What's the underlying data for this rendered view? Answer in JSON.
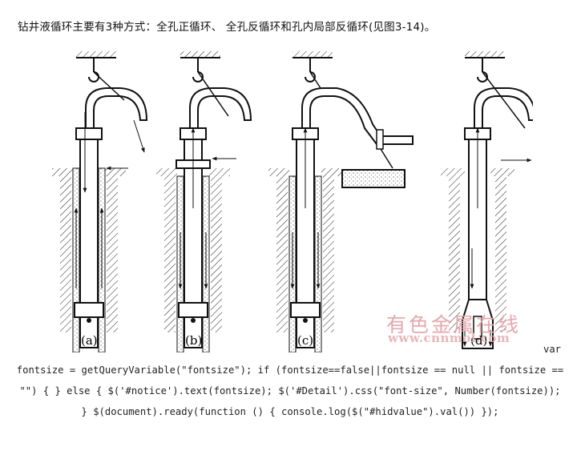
{
  "intro_text": "钻井液循环主要有3种方式：全孔正循环、 全孔反循环和孔内局部反循环(见图3-14)。",
  "figure": {
    "panels": [
      {
        "label": "(a)"
      },
      {
        "label": "(b)"
      },
      {
        "label": "(c)"
      },
      {
        "label": "(d)"
      }
    ]
  },
  "watermark": {
    "title": "有色金属在线",
    "url": "www.cnnmol.com"
  },
  "code_snippet": {
    "first_token": "var",
    "body": "fontsize = getQueryVariable(\"fontsize\"); if (fontsize==false||fontsize == null || fontsize == \"\") { } else { $('#notice').text(fontsize); $('#Detail').css(\"font-size\", Number(fontsize)); } $(document).ready(function () { console.log($(\"#hidvalue\").val()) });"
  }
}
